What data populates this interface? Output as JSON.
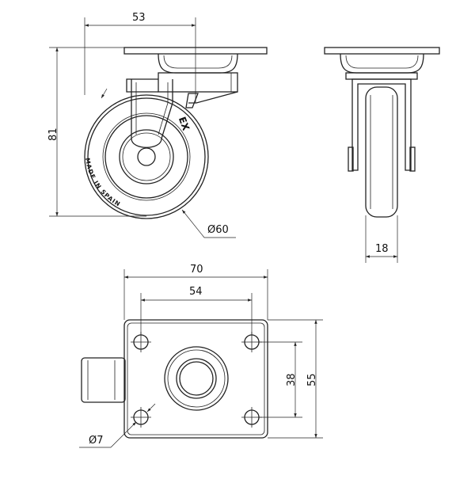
{
  "dimensions": {
    "side_width": "53",
    "side_height": "81",
    "wheel_diameter": "Ø60",
    "front_width": "18",
    "plate_width": "70",
    "hole_spacing_x": "54",
    "hole_spacing_y": "38",
    "plate_depth": "55",
    "hole_diameter": "Ø7"
  },
  "wheel_marking": "MADE IN SPAIN",
  "brand_mark": "EX"
}
